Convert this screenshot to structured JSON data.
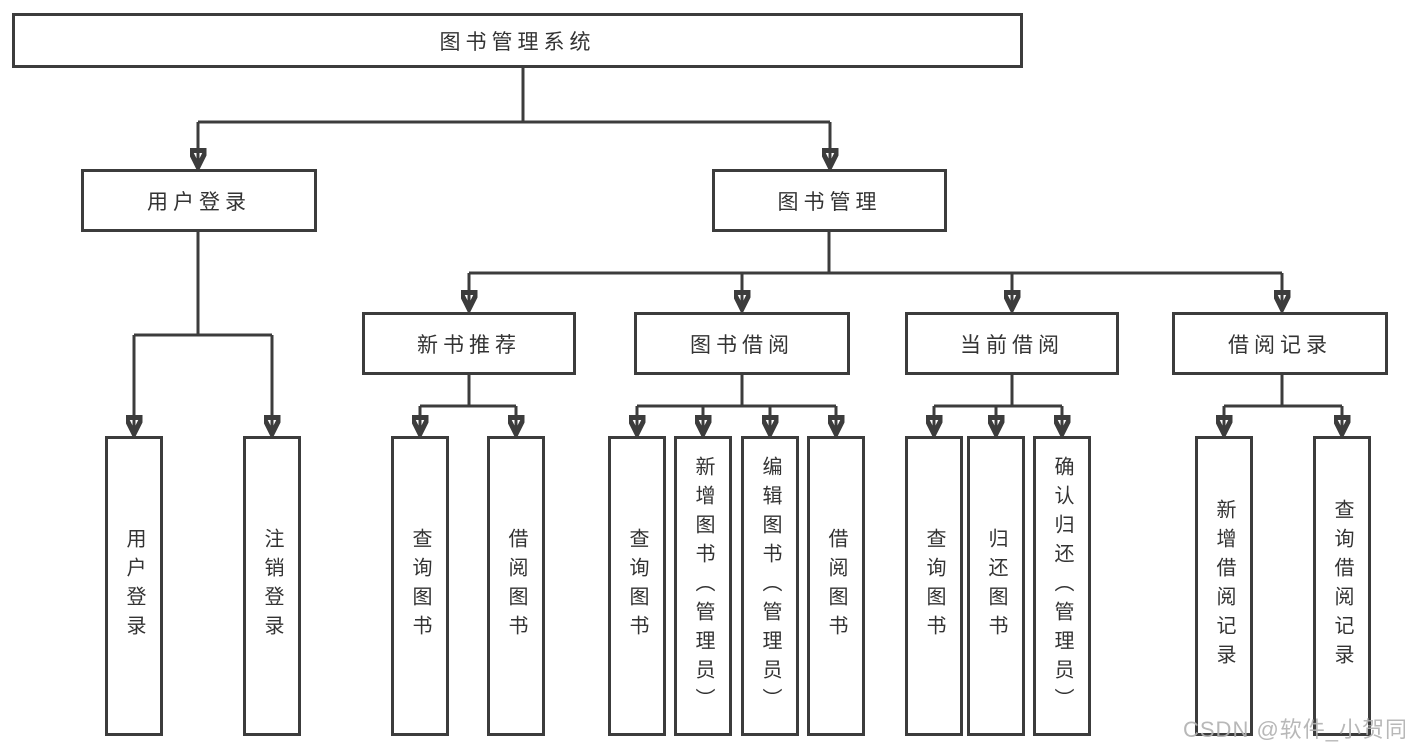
{
  "diagram_title": "图书管理系统",
  "colors": {
    "line": "#3c3c3c",
    "box_border": "#3c3c3c",
    "text": "#333333",
    "background": "#ffffff",
    "watermark": "#b2b2b2"
  },
  "watermark": {
    "text": "CSDN @软件_小贺同学"
  },
  "nodes": {
    "root": {
      "label": "图书管理系统"
    },
    "user_login": {
      "label": "用户登录"
    },
    "book_mgmt": {
      "label": "图书管理"
    },
    "new_book": {
      "label": "新书推荐"
    },
    "book_borrow": {
      "label": "图书借阅"
    },
    "current_borrow": {
      "label": "当前借阅"
    },
    "borrow_records": {
      "label": "借阅记录"
    },
    "leaf_user_login": {
      "label": "用户登录"
    },
    "leaf_logout": {
      "label": "注销登录"
    },
    "leaf_query_book_a": {
      "label": "查询图书"
    },
    "leaf_borrow_book_a": {
      "label": "借阅图书"
    },
    "leaf_query_book_b": {
      "label": "查询图书"
    },
    "leaf_add_book": {
      "label": "新增图书（管理员）"
    },
    "leaf_edit_book": {
      "label": "编辑图书（管理员）"
    },
    "leaf_borrow_book_b": {
      "label": "借阅图书"
    },
    "leaf_query_book_c": {
      "label": "查询图书"
    },
    "leaf_return_book": {
      "label": "归还图书"
    },
    "leaf_confirm_return": {
      "label": "确认归还（管理员）"
    },
    "leaf_add_record": {
      "label": "新增借阅记录"
    },
    "leaf_query_record": {
      "label": "查询借阅记录"
    }
  },
  "edges": [
    [
      "图书管理系统",
      "用户登录"
    ],
    [
      "图书管理系统",
      "图书管理"
    ],
    [
      "用户登录",
      "用户登录"
    ],
    [
      "用户登录",
      "注销登录"
    ],
    [
      "图书管理",
      "新书推荐"
    ],
    [
      "图书管理",
      "图书借阅"
    ],
    [
      "图书管理",
      "当前借阅"
    ],
    [
      "图书管理",
      "借阅记录"
    ],
    [
      "新书推荐",
      "查询图书"
    ],
    [
      "新书推荐",
      "借阅图书"
    ],
    [
      "图书借阅",
      "查询图书"
    ],
    [
      "图书借阅",
      "新增图书（管理员）"
    ],
    [
      "图书借阅",
      "编辑图书（管理员）"
    ],
    [
      "图书借阅",
      "借阅图书"
    ],
    [
      "当前借阅",
      "查询图书"
    ],
    [
      "当前借阅",
      "归还图书"
    ],
    [
      "当前借阅",
      "确认归还（管理员）"
    ],
    [
      "借阅记录",
      "新增借阅记录"
    ],
    [
      "借阅记录",
      "查询借阅记录"
    ]
  ]
}
